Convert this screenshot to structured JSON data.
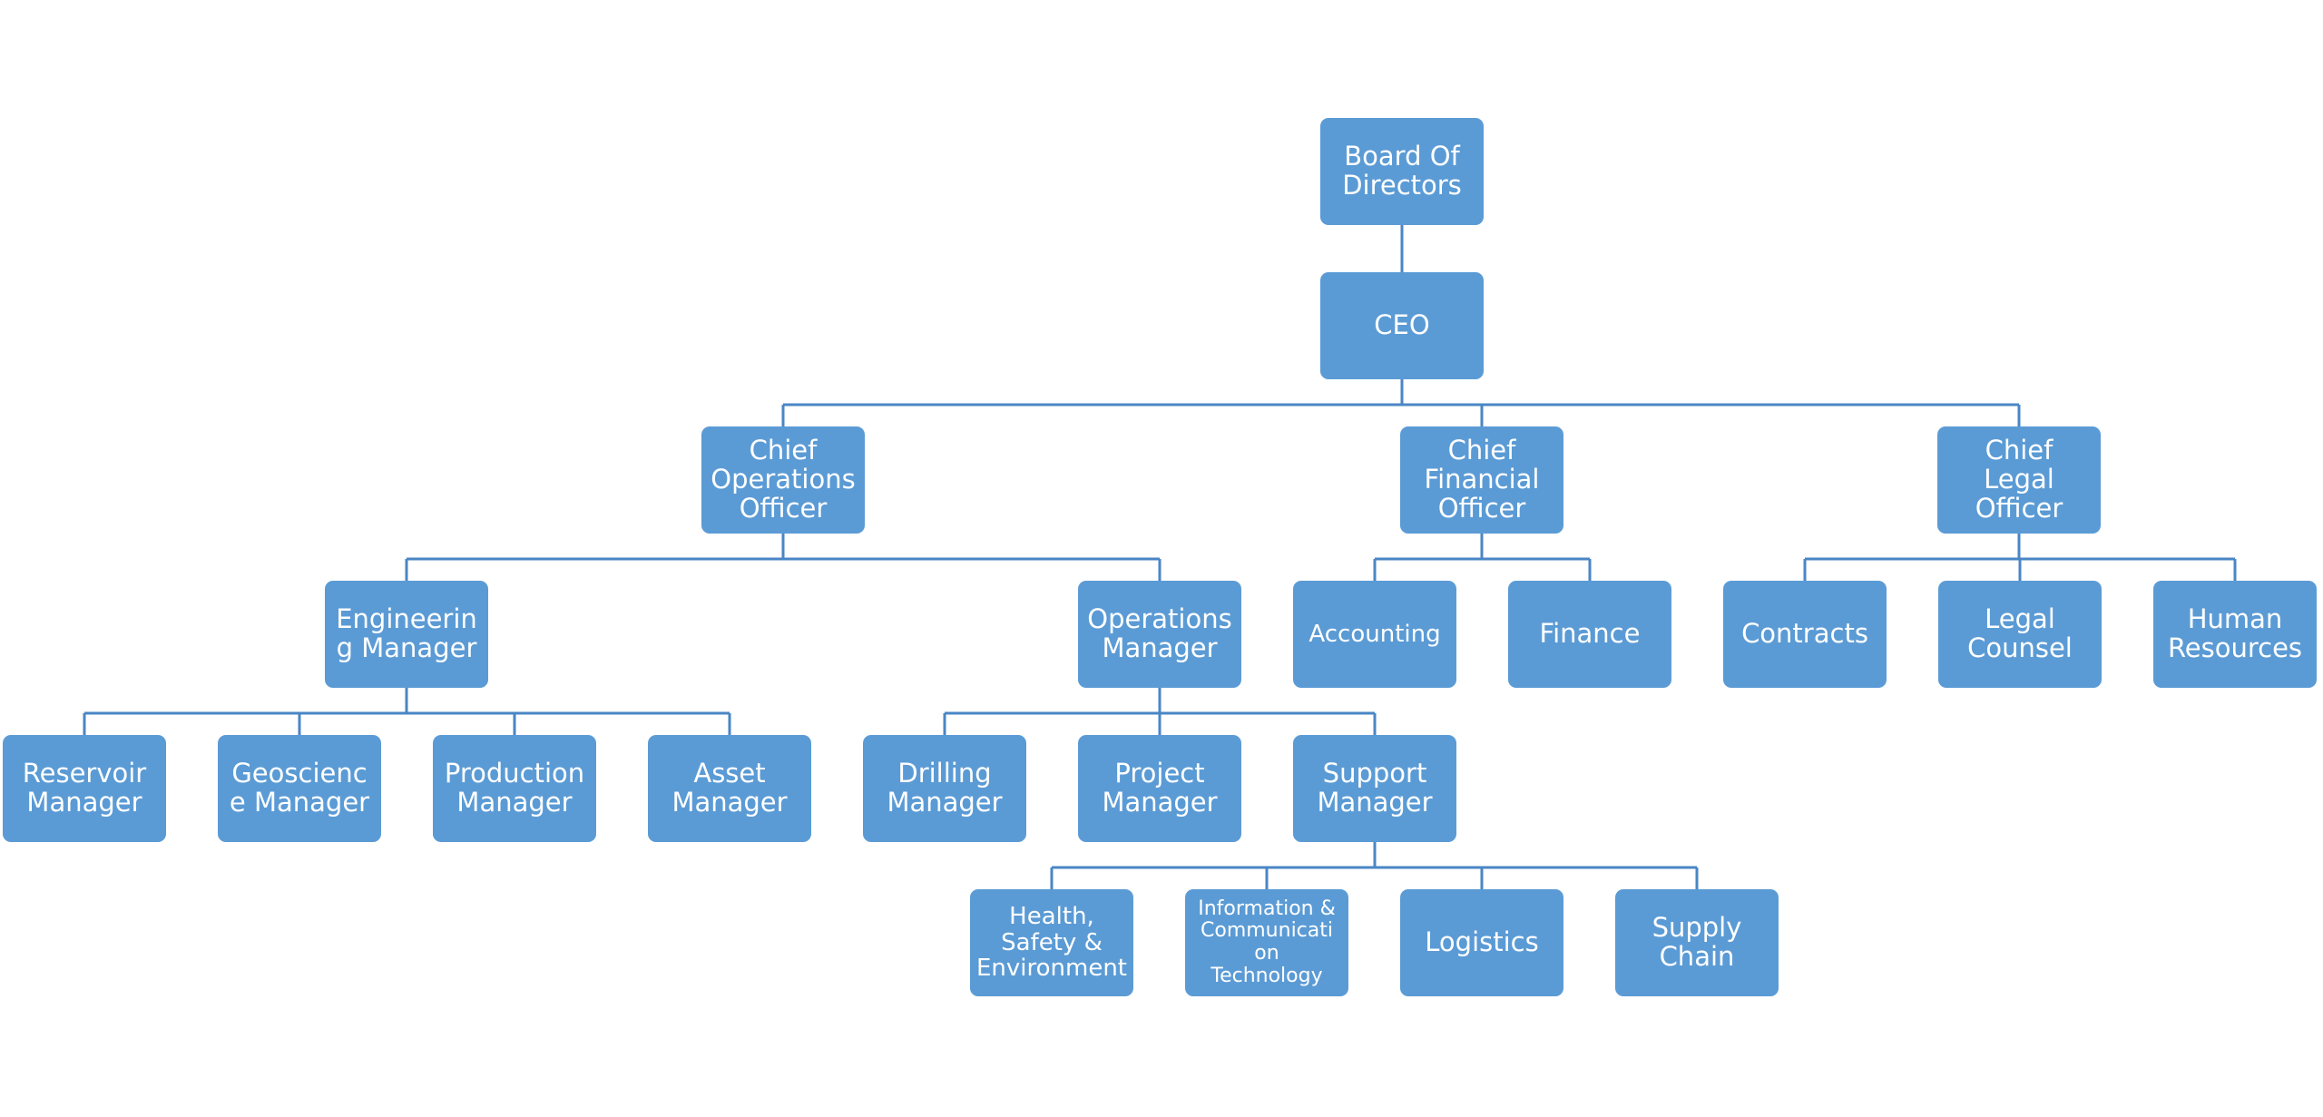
{
  "nodes": {
    "board": "Board Of\nDirectors",
    "ceo": "CEO",
    "coo": "Chief\nOperations\nOfficer",
    "cfo": "Chief\nFinancial\nOfficer",
    "clo": "Chief\nLegal\nOfficer",
    "engineering": "Engineerin\ng Manager",
    "operations": "Operations\nManager",
    "accounting": "Accounting",
    "finance": "Finance",
    "contracts": "Contracts",
    "legal_counsel": "Legal\nCounsel",
    "human_resources": "Human\nResources",
    "reservoir": "Reservoir\nManager",
    "geoscience": "Geoscienc\ne Manager",
    "production": "Production\nManager",
    "asset": "Asset\nManager",
    "drilling": "Drilling\nManager",
    "project": "Project\nManager",
    "support": "Support\nManager",
    "hse": "Health,\nSafety &\nEnvironment",
    "ict": "Information &\nCommunicati\non\nTechnology",
    "logistics": "Logistics",
    "supply_chain": "Supply\nChain"
  },
  "edges": [
    [
      "board",
      "ceo"
    ],
    [
      "ceo",
      "coo"
    ],
    [
      "ceo",
      "cfo"
    ],
    [
      "ceo",
      "clo"
    ],
    [
      "coo",
      "engineering"
    ],
    [
      "coo",
      "operations"
    ],
    [
      "cfo",
      "accounting"
    ],
    [
      "cfo",
      "finance"
    ],
    [
      "clo",
      "contracts"
    ],
    [
      "clo",
      "legal_counsel"
    ],
    [
      "clo",
      "human_resources"
    ],
    [
      "engineering",
      "reservoir"
    ],
    [
      "engineering",
      "geoscience"
    ],
    [
      "engineering",
      "production"
    ],
    [
      "engineering",
      "asset"
    ],
    [
      "operations",
      "drilling"
    ],
    [
      "operations",
      "project"
    ],
    [
      "operations",
      "support"
    ],
    [
      "support",
      "hse"
    ],
    [
      "support",
      "ict"
    ],
    [
      "support",
      "logistics"
    ],
    [
      "support",
      "supply_chain"
    ]
  ],
  "colors": {
    "box": "#5b9bd5",
    "line": "#4a86c5",
    "text": "#ffffff"
  }
}
